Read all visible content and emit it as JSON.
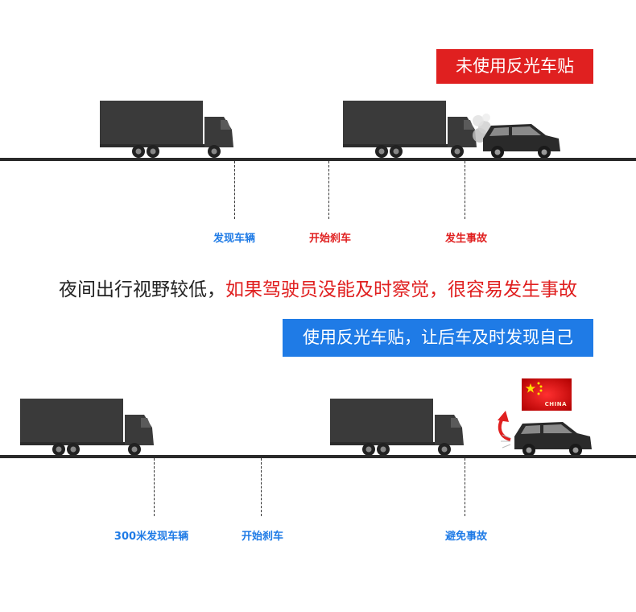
{
  "top_scene": {
    "banner": "未使用反光车贴",
    "markers": [
      {
        "label": "发现车辆",
        "color": "#1f7be6"
      },
      {
        "label": "开始刹车",
        "color": "#e02020"
      },
      {
        "label": "发生事故",
        "color": "#e02020"
      }
    ]
  },
  "caption": {
    "part1": "夜间出行视野较低，",
    "part2": "如果驾驶员没能及时察觉，很容易发生事故"
  },
  "bottom_scene": {
    "banner": "使用反光车贴，让后车及时发现自己",
    "markers": [
      {
        "label": "300米发现车辆",
        "color": "#1f7be6"
      },
      {
        "label": "开始刹车",
        "color": "#1f7be6"
      },
      {
        "label": "避免事故",
        "color": "#1f7be6"
      }
    ],
    "flag_text": "CHINA"
  },
  "colors": {
    "red": "#e02020",
    "blue": "#1f7be6",
    "road": "#2a2a2a",
    "truck": "#3a3a3a"
  },
  "icons": [
    "truck-icon",
    "suv-icon",
    "smoke-icon",
    "china-flag-icon",
    "reflect-arrow-icon"
  ]
}
